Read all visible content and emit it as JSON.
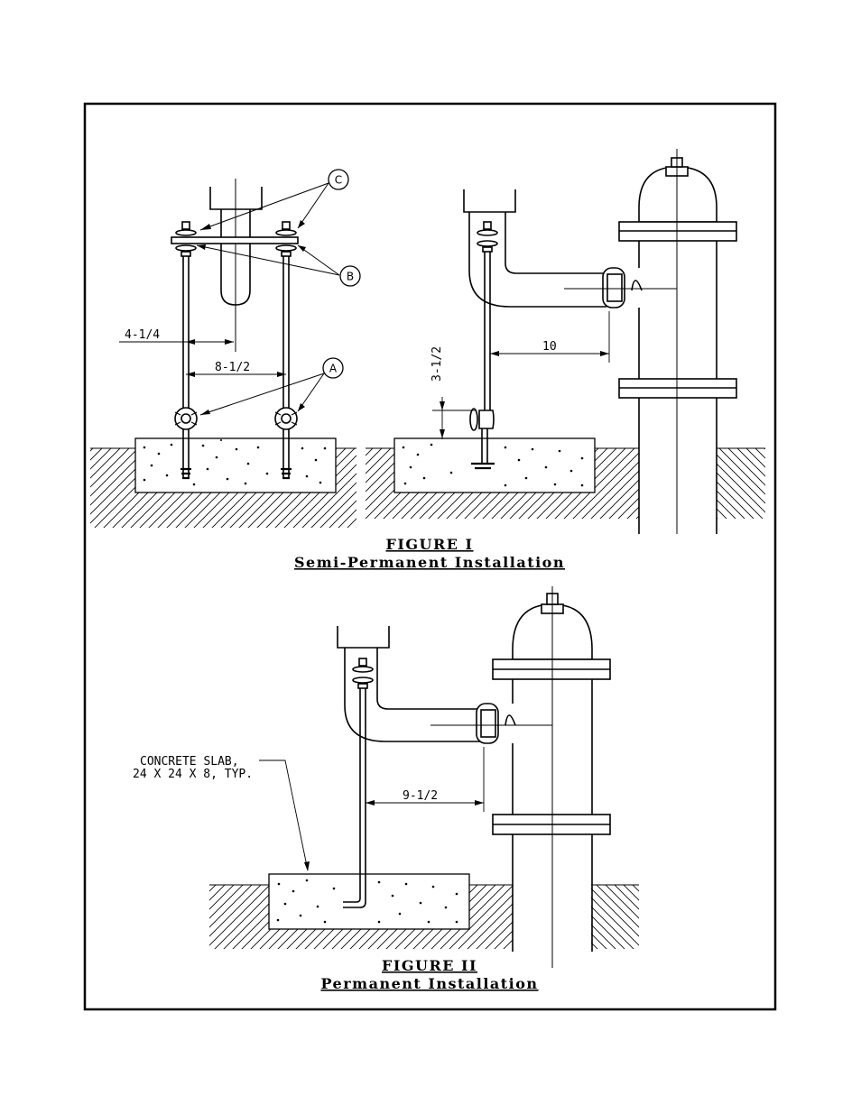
{
  "figure1": {
    "title": "FIGURE I",
    "subtitle": "Semi-Permanent Installation",
    "callouts": {
      "a": "A",
      "b": "B",
      "c": "C"
    },
    "dimensions": {
      "offset_pipe": "4-1/4",
      "rod_spacing": "8-1/2",
      "valve_height": "3-1/2",
      "hydrant_clearance": "10"
    }
  },
  "figure2": {
    "title": "FIGURE II",
    "subtitle": "Permanent Installation",
    "slab_note_line1": "CONCRETE SLAB,",
    "slab_note_line2": "24 X 24 X 8, TYP.",
    "dimension": "9-1/2"
  }
}
